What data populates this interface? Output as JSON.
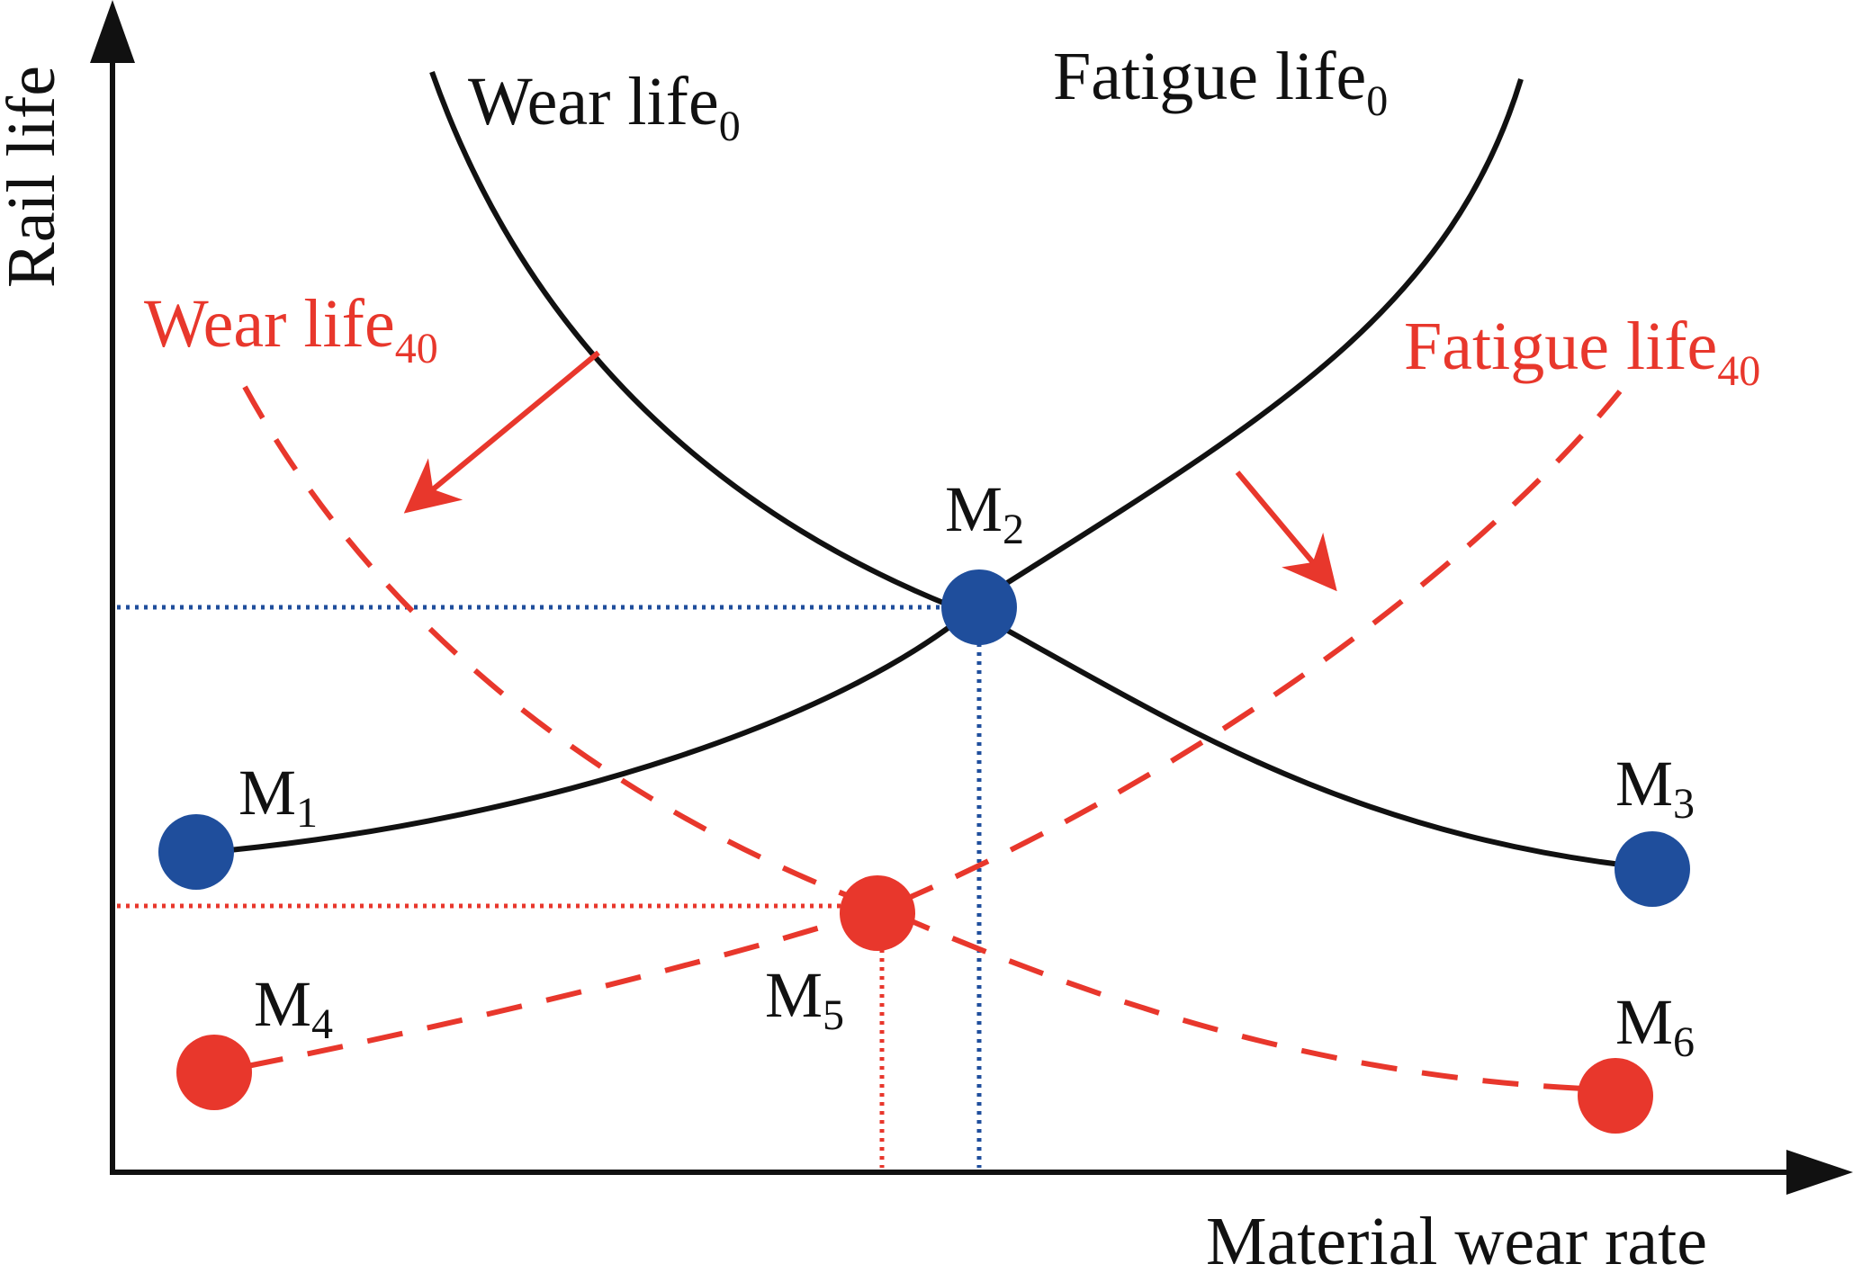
{
  "axes": {
    "x_label": "Material wear rate",
    "y_label": "Rail life"
  },
  "curves": {
    "wear_life_0": {
      "text": "Wear life",
      "sub": "0",
      "color": "#111111",
      "style": "solid"
    },
    "fatigue_life_0": {
      "text": "Fatigue life",
      "sub": "0",
      "color": "#111111",
      "style": "solid"
    },
    "wear_life_40": {
      "text": "Wear life",
      "sub": "40",
      "color": "#e8372c",
      "style": "dashed"
    },
    "fatigue_life_40": {
      "text": "Fatigue life",
      "sub": "40",
      "color": "#e8372c",
      "style": "dashed"
    }
  },
  "points": [
    {
      "id": "M1",
      "text": "M",
      "sub": "1",
      "color": "#1f4e9c"
    },
    {
      "id": "M2",
      "text": "M",
      "sub": "2",
      "color": "#1f4e9c"
    },
    {
      "id": "M3",
      "text": "M",
      "sub": "3",
      "color": "#1f4e9c"
    },
    {
      "id": "M4",
      "text": "M",
      "sub": "4",
      "color": "#e8372c"
    },
    {
      "id": "M5",
      "text": "M",
      "sub": "5",
      "color": "#e8372c"
    },
    {
      "id": "M6",
      "text": "M",
      "sub": "6",
      "color": "#e8372c"
    }
  ],
  "colors": {
    "axis": "#111111",
    "blue": "#1f4e9c",
    "red": "#e8372c"
  }
}
